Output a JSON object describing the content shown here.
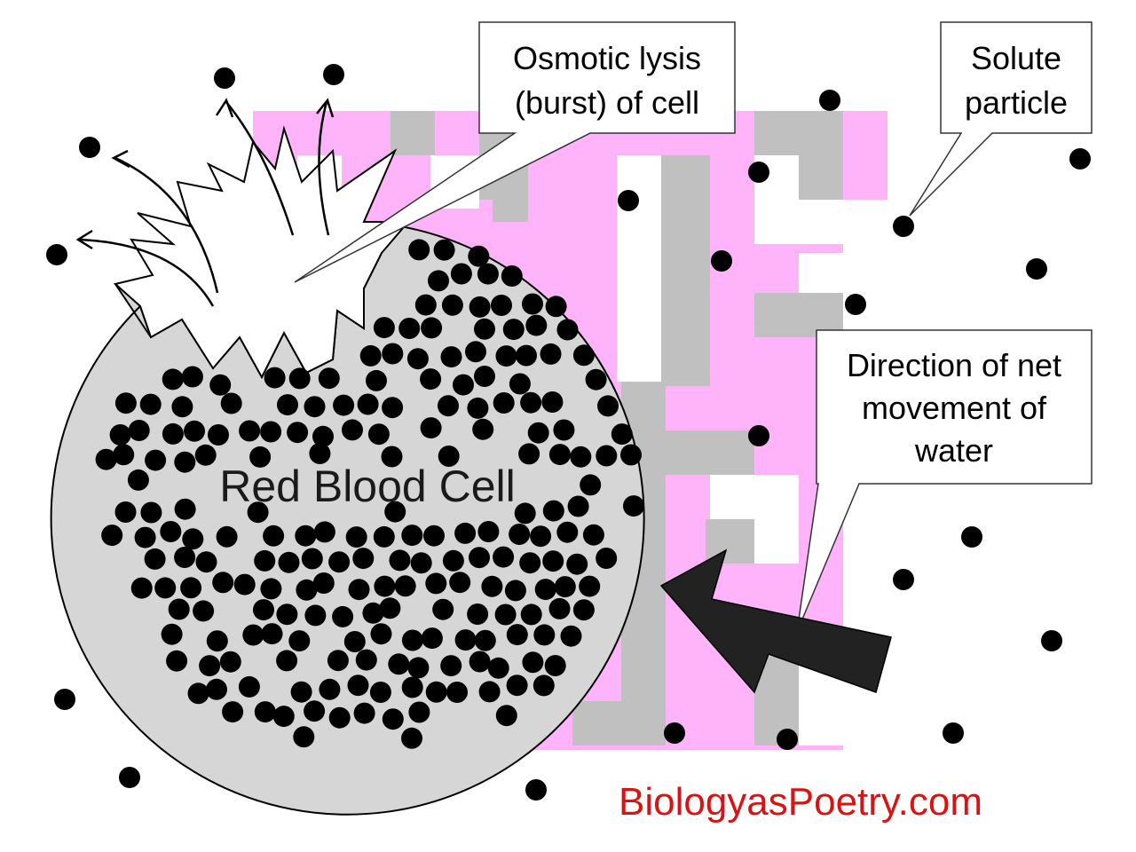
{
  "cell_label": "Red Blood Cell",
  "callouts": {
    "lysis": [
      "Osmotic lysis",
      "(burst) of cell"
    ],
    "solute": [
      "Solute",
      "particle"
    ],
    "water": [
      "Direction of net",
      "movement of",
      "water"
    ]
  },
  "website": "BiologyasPoetry.com",
  "colors": {
    "cell_fill": "#d6d6d6",
    "particle": "#000000",
    "website": "#dd1111",
    "bg_pink": "#ffb3f8",
    "bg_gray": "#c0c0c0",
    "arrow": "#222222"
  }
}
